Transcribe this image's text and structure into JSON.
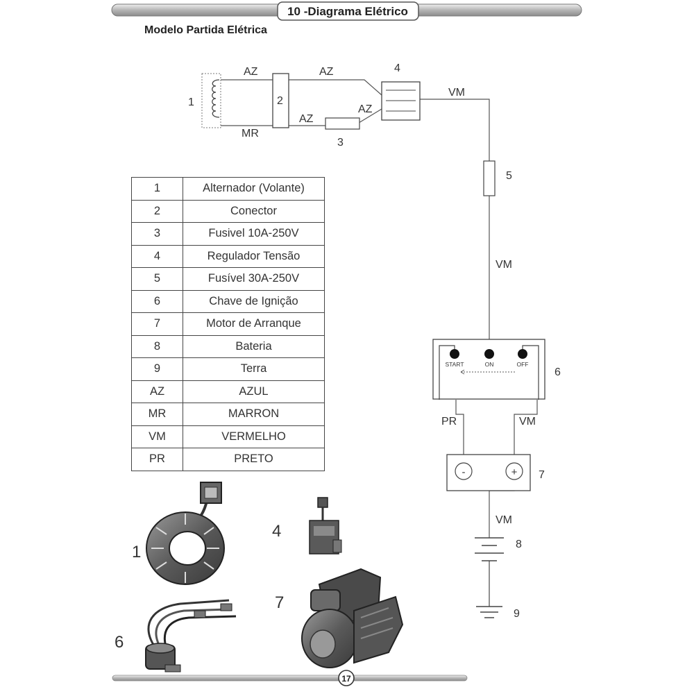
{
  "header": {
    "title": "10 -Diagrama Elétrico",
    "subtitle": "Modelo Partida Elétrica"
  },
  "diagram": {
    "wire_labels": {
      "az": "AZ",
      "mr": "MR",
      "vm": "VM",
      "pr": "PR"
    },
    "component_numbers": [
      "1",
      "2",
      "3",
      "4",
      "5",
      "6",
      "7",
      "8",
      "9"
    ],
    "switch_positions": {
      "start": "START",
      "on": "ON",
      "off": "OFF"
    },
    "battery_terminals": {
      "negative": "-",
      "positive": "+"
    }
  },
  "legend": [
    {
      "key": "1",
      "value": "Alternador (Volante)"
    },
    {
      "key": "2",
      "value": "Conector"
    },
    {
      "key": "3",
      "value": "Fusivel 10A-250V"
    },
    {
      "key": "4",
      "value": "Regulador Tensão"
    },
    {
      "key": "5",
      "value": "Fusível 30A-250V"
    },
    {
      "key": "6",
      "value": "Chave de Ignição"
    },
    {
      "key": "7",
      "value": "Motor de Arranque"
    },
    {
      "key": "8",
      "value": "Bateria"
    },
    {
      "key": "9",
      "value": "Terra"
    },
    {
      "key": "AZ",
      "value": "AZUL"
    },
    {
      "key": "MR",
      "value": "MARRON"
    },
    {
      "key": "VM",
      "value": "VERMELHO"
    },
    {
      "key": "PR",
      "value": "PRETO"
    }
  ],
  "photos": {
    "labels": [
      "1",
      "4",
      "7",
      "6"
    ]
  },
  "footer": {
    "page_number": "17"
  }
}
